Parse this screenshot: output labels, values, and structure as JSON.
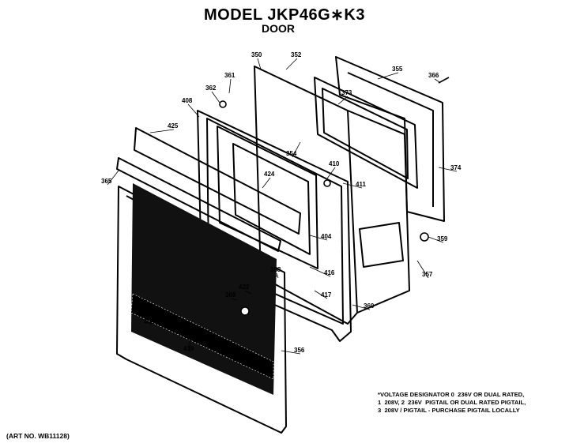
{
  "header": {
    "model": "MODEL JKP46G∗K3",
    "section": "DOOR"
  },
  "part_labels": [
    "350",
    "352",
    "355",
    "366",
    "361",
    "362",
    "408",
    "373",
    "425",
    "354",
    "410",
    "411",
    "374",
    "365",
    "424",
    "359",
    "404",
    "357",
    "416",
    "422",
    "358",
    "369",
    "417",
    "360",
    "408",
    "419",
    "356"
  ],
  "notes": [
    "*VOLTAGE DESIGNATOR 0  236V OR DUAL RATED,",
    "1  208V, 2  236V  PIGTAIL OR DUAL RATED PIGTAIL,",
    "3  208V / PIGTAIL - PURCHASE PIGTAIL LOCALLY"
  ],
  "art_number": "(ART NO. WB11128)"
}
